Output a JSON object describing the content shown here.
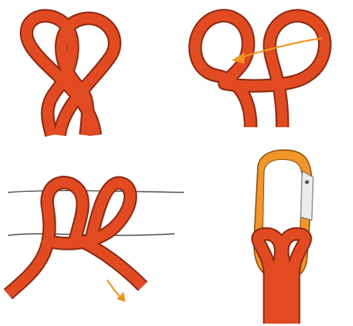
{
  "figure": {
    "panels": [
      {
        "id": "step-1",
        "depicts": "two-loops-crossed"
      },
      {
        "id": "step-2",
        "depicts": "two-loops-spread",
        "arrow": "left"
      },
      {
        "id": "step-3",
        "depicts": "hitch-around-bar",
        "arrow": "down-right"
      },
      {
        "id": "step-4",
        "depicts": "hitch-on-carabiner"
      }
    ]
  },
  "colors": {
    "rope": "#e24b22",
    "rope_edge": "#8a2a12",
    "arrow": "#f0961e",
    "bar_line": "#333333",
    "carabiner": "#f0962a",
    "carabiner_edge": "#8a4e10",
    "gate": "#ececec"
  },
  "icons": [
    "rope-icon",
    "arrow-icon",
    "bar-icon",
    "carabiner-icon"
  ]
}
